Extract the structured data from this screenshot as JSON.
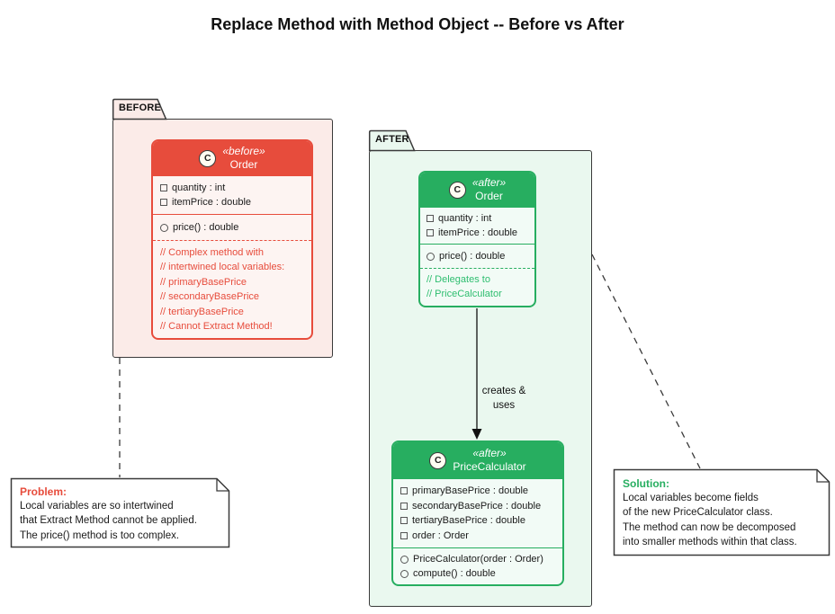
{
  "title": "Replace Method with Method Object -- Before vs After",
  "colors": {
    "before_accent": "#E74C3C",
    "before_package_fill": "#FBEBE8",
    "before_class_fill": "#FDF4F2",
    "after_accent": "#27AE60",
    "after_package_fill": "#EAF8EF",
    "after_class_fill": "#F2FBF6",
    "after_comment_green": "#2FBE70",
    "note_fill": "#FFFFFF",
    "line_color": "#3a3a3a"
  },
  "before_package": {
    "label": "BEFORE",
    "order_class": {
      "icon_letter": "C",
      "stereotype": "«before»",
      "name": "Order",
      "attributes": [
        "quantity : int",
        "itemPrice : double"
      ],
      "methods": [
        "price() : double"
      ],
      "comments": [
        "// Complex method with",
        "// intertwined local variables:",
        "// primaryBasePrice",
        "// secondaryBasePrice",
        "// tertiaryBasePrice",
        "// Cannot Extract Method!"
      ]
    }
  },
  "after_package": {
    "label": "AFTER",
    "order_class": {
      "icon_letter": "C",
      "stereotype": "«after»",
      "name": "Order",
      "attributes": [
        "quantity : int",
        "itemPrice : double"
      ],
      "methods": [
        "price() : double"
      ],
      "comments": [
        "// Delegates to",
        "// PriceCalculator"
      ]
    },
    "arrow": {
      "label_line1": "creates &",
      "label_line2": "uses"
    },
    "price_calculator_class": {
      "icon_letter": "C",
      "stereotype": "«after»",
      "name": "PriceCalculator",
      "attributes": [
        "primaryBasePrice : double",
        "secondaryBasePrice : double",
        "tertiaryBasePrice : double",
        "order : Order"
      ],
      "methods": [
        "PriceCalculator(order : Order)",
        "compute() : double"
      ]
    }
  },
  "problem_note": {
    "title": "Problem:",
    "lines": [
      "Local variables are so intertwined",
      "that Extract Method cannot be applied.",
      "The price() method is too complex."
    ]
  },
  "solution_note": {
    "title": "Solution:",
    "lines": [
      "Local variables become fields",
      "of the new PriceCalculator class.",
      "The method can now be decomposed",
      "into smaller methods within that class."
    ]
  }
}
